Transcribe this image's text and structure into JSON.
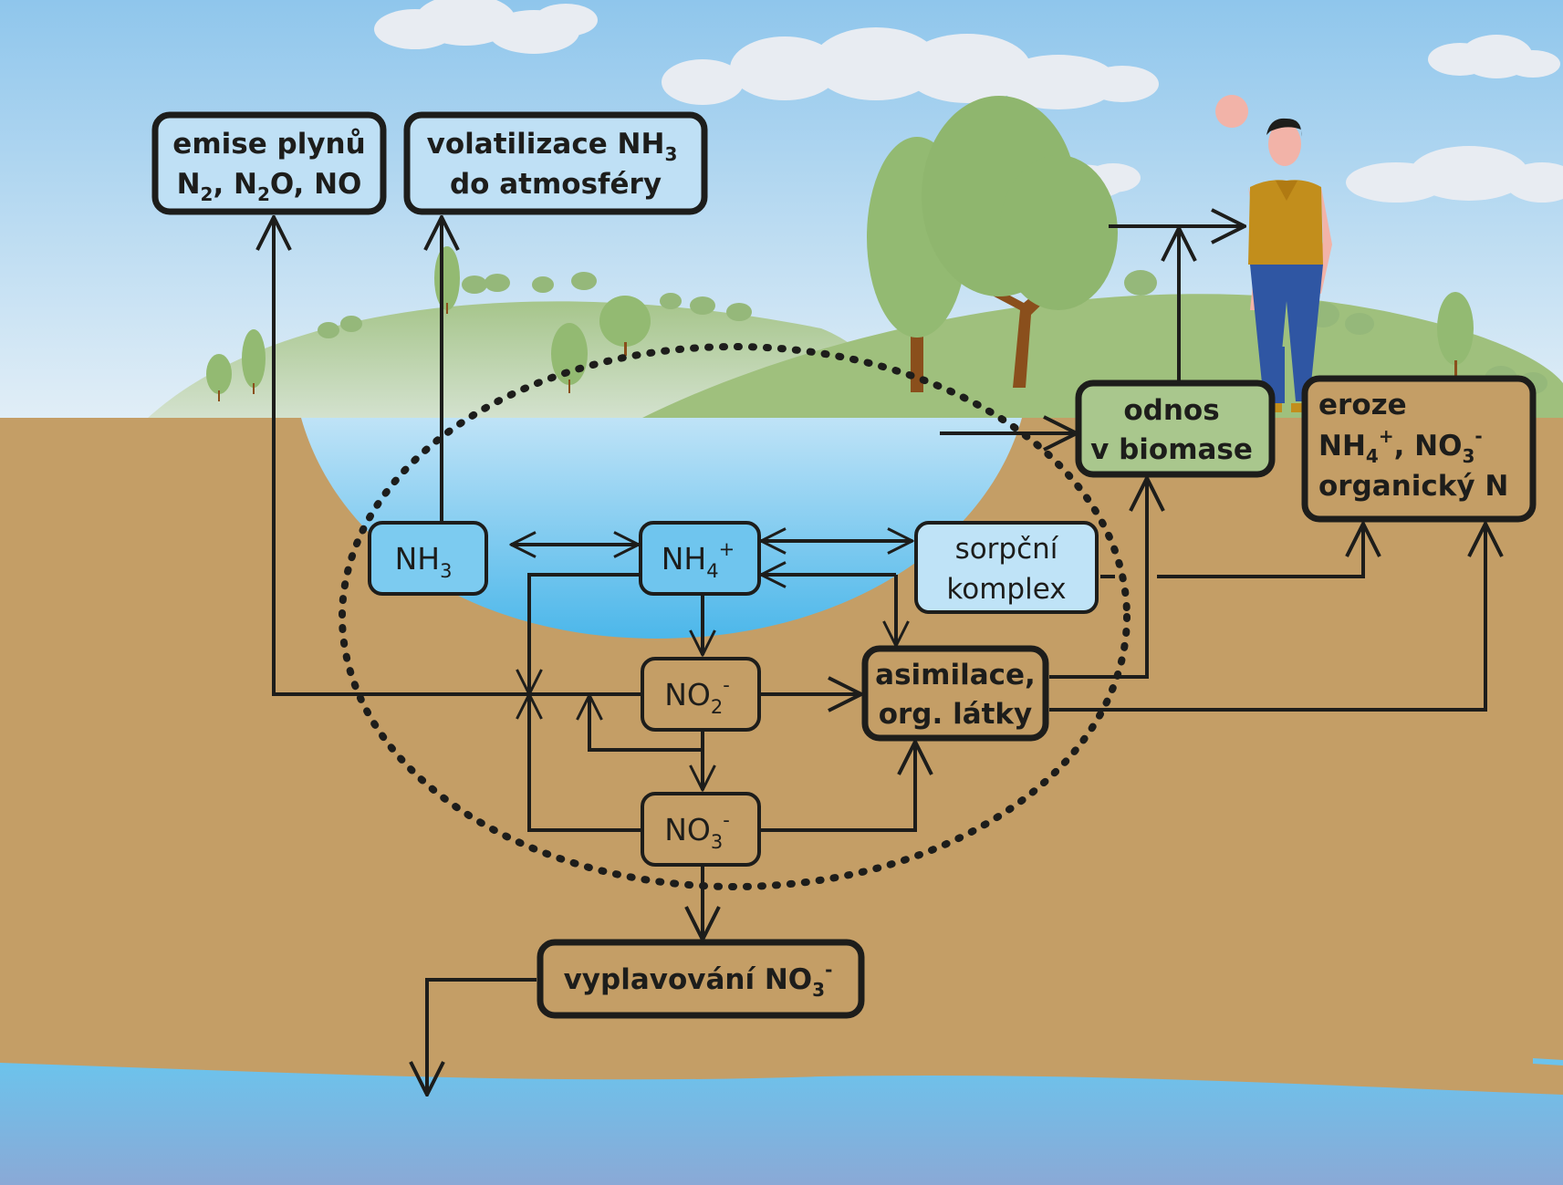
{
  "colors": {
    "sky_top": "#8fc6ec",
    "sky_bottom": "#dcecf6",
    "soil": "#c49e66",
    "water": "#63bfe8",
    "groundwater": "#5fb3e4",
    "hill": "#a9c78d",
    "tree": "#93ba72",
    "trunk": "#8a4f1c",
    "line": "#1d1d1b"
  },
  "boxes": {
    "emise": {
      "line1": "emise plynů",
      "line2_parts": [
        "N",
        "2",
        ", N",
        "2",
        "O, NO"
      ]
    },
    "volatilizace": {
      "line1_main": "volatilizace NH",
      "line1_sub": "3",
      "line2": "do atmosféry"
    },
    "odnos": {
      "line1": "odnos",
      "line2": "v biomase"
    },
    "eroze": {
      "line1": "eroze",
      "line2_parts": [
        "NH",
        "4",
        "+",
        ", NO",
        "3",
        "-"
      ],
      "line3": "organický N"
    },
    "vyplavovani": {
      "main": "vyplavování NO",
      "sub": "3",
      "sup": "-"
    },
    "asimilace": {
      "line1": "asimilace,",
      "line2": "org. látky"
    },
    "sorpcni": {
      "line1": "sorpční",
      "line2": "komplex"
    }
  },
  "species": {
    "nh3": {
      "main": "NH",
      "sub": "3"
    },
    "nh4": {
      "main": "NH",
      "sub": "4",
      "sup": "+"
    },
    "no2": {
      "main": "NO",
      "sub": "2",
      "sup": "-"
    },
    "no3": {
      "main": "NO",
      "sub": "3",
      "sup": "-"
    }
  },
  "illustration": {
    "icons": [
      "cloud-icon",
      "tree-icon",
      "person-icon",
      "hill-icon",
      "pond-icon",
      "groundwater-icon"
    ]
  }
}
